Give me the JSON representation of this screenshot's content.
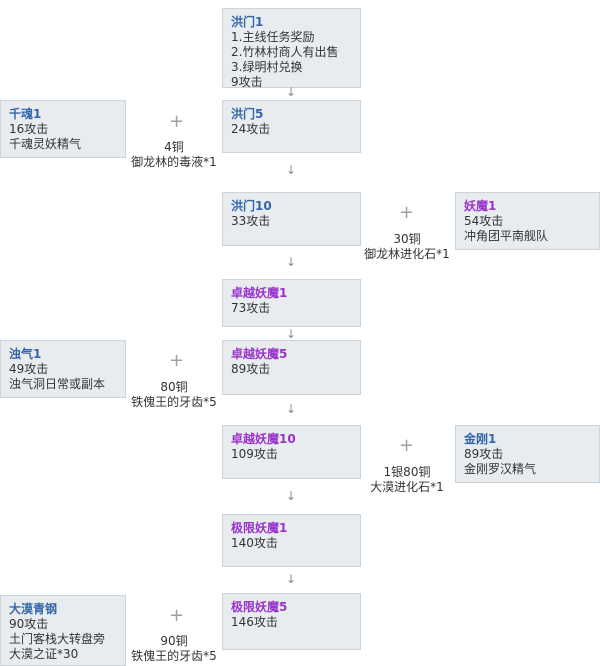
{
  "diagram": {
    "plus": "+",
    "arrow": "↓",
    "colors": {
      "blue_title": "#3366aa",
      "purple_title": "#9933cc",
      "box_bg": "#e8ecef",
      "box_border": "#ccd4da"
    },
    "main_nodes": [
      {
        "title": "洪门1",
        "lines": [
          "1.主线任务奖励",
          "2.竹林村商人有出售",
          "3.绿明村兑换",
          "9攻击"
        ]
      },
      {
        "title": "洪门5",
        "lines": [
          "24攻击"
        ]
      },
      {
        "title": "洪门10",
        "lines": [
          "33攻击"
        ]
      },
      {
        "title": "卓越妖魔1",
        "lines": [
          "73攻击"
        ]
      },
      {
        "title": "卓越妖魔5",
        "lines": [
          "89攻击"
        ]
      },
      {
        "title": "卓越妖魔10",
        "lines": [
          "109攻击"
        ]
      },
      {
        "title": "极限妖魔1",
        "lines": [
          "140攻击"
        ]
      },
      {
        "title": "极限妖魔5",
        "lines": [
          "146攻击"
        ]
      }
    ],
    "side_nodes": [
      {
        "title": "千魂1",
        "lines": [
          "16攻击",
          "千魂灵妖精气"
        ]
      },
      {
        "title": "妖魔1",
        "lines": [
          "54攻击",
          "冲角团平南舰队"
        ]
      },
      {
        "title": "浊气1",
        "lines": [
          "49攻击",
          "浊气洞日常或副本"
        ]
      },
      {
        "title": "金刚1",
        "lines": [
          "89攻击",
          "金刚罗汉精气"
        ]
      },
      {
        "title": "大漠青钢",
        "lines": [
          "90攻击",
          "土门客栈大转盘旁",
          "大漠之证*30"
        ]
      }
    ],
    "materials": [
      {
        "cost": "4铜",
        "item": "御龙林的毒液*1"
      },
      {
        "cost": "30铜",
        "item": "御龙林进化石*1"
      },
      {
        "cost": "80铜",
        "item": "铁傀王的牙齿*5"
      },
      {
        "cost": "1银80铜",
        "item": "大漠进化石*1"
      },
      {
        "cost": "90铜",
        "item": "铁傀王的牙齿*5"
      }
    ]
  }
}
